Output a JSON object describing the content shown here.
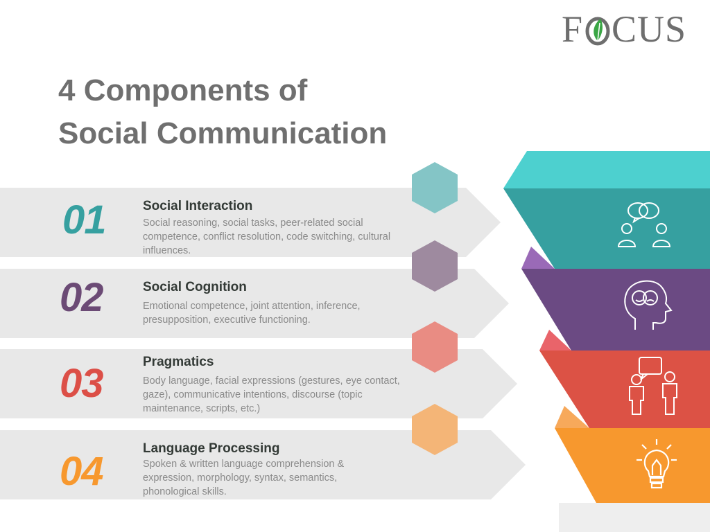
{
  "brand": {
    "logo_left": "F",
    "logo_right": "CUS"
  },
  "title": {
    "line1": "4 Components of",
    "line2": "Social Communication"
  },
  "components": [
    {
      "number": "01",
      "title": "Social Interaction",
      "description": "Social reasoning, social tasks, peer-related social competence, conflict resolution, code switching, cultural influences.",
      "color": "#36a0a0",
      "icon": "chat-people-icon"
    },
    {
      "number": "02",
      "title": "Social Cognition",
      "description": "Emotional competence, joint attention, inference, presupposition, executive functioning.",
      "color": "#6b4a75",
      "icon": "head-emotions-icon"
    },
    {
      "number": "03",
      "title": "Pragmatics",
      "description": "Body language, facial expressions (gestures, eye contact, gaze), communicative intentions, discourse (topic maintenance, scripts, etc.)",
      "color": "#dc4f47",
      "icon": "people-speech-icon"
    },
    {
      "number": "04",
      "title": "Language Processing",
      "description": "Spoken & written language comprehension & expression, morphology, syntax, semantics, phonological skills.",
      "color": "#f7982e",
      "icon": "lightbulb-icon"
    }
  ]
}
